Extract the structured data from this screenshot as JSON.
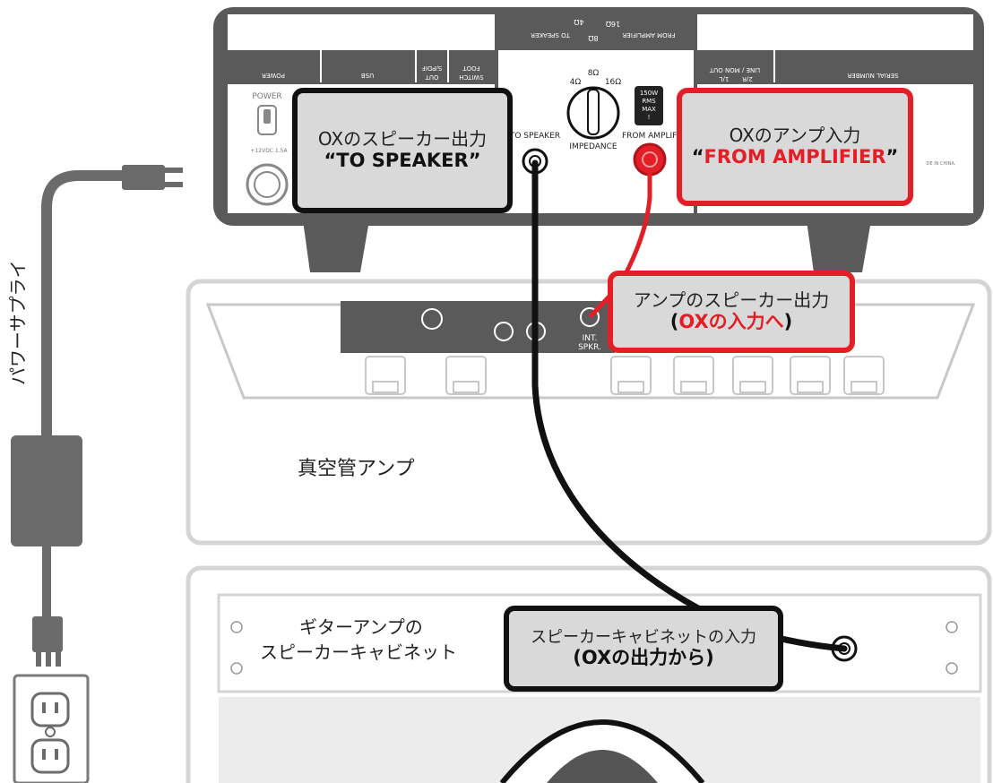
{
  "power_supply_label": "パワーサプライ",
  "tube_amp_label": "真空管アンプ",
  "cabinet_label": {
    "line1": "ギターアンプの",
    "line2": "スピーカーキャビネット"
  },
  "ox_panel": {
    "top_to_speaker": "TO SPEAKER",
    "top_from_amplifier": "FROM AMPLIFIER",
    "top_4ohm": "4Ω",
    "top_8ohm": "8Ω",
    "top_16ohm": "16Ω",
    "power_header": "POWER",
    "usb_header": "USB",
    "spdif_header_1": "S/PDIF",
    "spdif_header_2": "OUT",
    "foot_header_1": "FOOT",
    "foot_header_2": "SWITCH",
    "line_header_1": "LINE / MON OUT",
    "line_header_2": "1/L",
    "line_header_3": "2/R",
    "serial_header": "SERIAL NUMBER",
    "power_switch_label": "POWER",
    "dc_label": "+12VDC 1.5A",
    "to_speaker_jack_label": "TO SPEAKER",
    "impedance_label": "IMPEDANCE",
    "ohm_4": "4Ω",
    "ohm_8": "8Ω",
    "ohm_16": "16Ω",
    "from_amp_jack_label": "FROM AMPLIFIER",
    "rating_1": "150W",
    "rating_2": "RMS",
    "rating_3": "MAX",
    "rating_4": "!",
    "made_in": "DE IN CHINA."
  },
  "amp_panel": {
    "int_spkr_1": "INT.",
    "int_spkr_2": "SPKR."
  },
  "callouts": {
    "ox_speaker_out": {
      "title": "OXのスピーカー出力",
      "sub": "“TO SPEAKER”"
    },
    "ox_amp_in": {
      "title": "OXのアンプ入力",
      "sub_open": "“",
      "sub_red": "FROM AMPLIFIER",
      "sub_close": "”"
    },
    "amp_speaker_out": {
      "title": "アンプのスピーカー出力",
      "sub_open": "(",
      "sub_red": "OXの入力へ",
      "sub_close": ")"
    },
    "cab_input": {
      "title": "スピーカーキャビネットの入力",
      "sub": "(OXの出力から)"
    }
  },
  "colors": {
    "accent_red": "#e41e26",
    "cable_black": "#111111",
    "device_gray": "#5a5a5a",
    "light_gray": "#d9d9d9"
  }
}
